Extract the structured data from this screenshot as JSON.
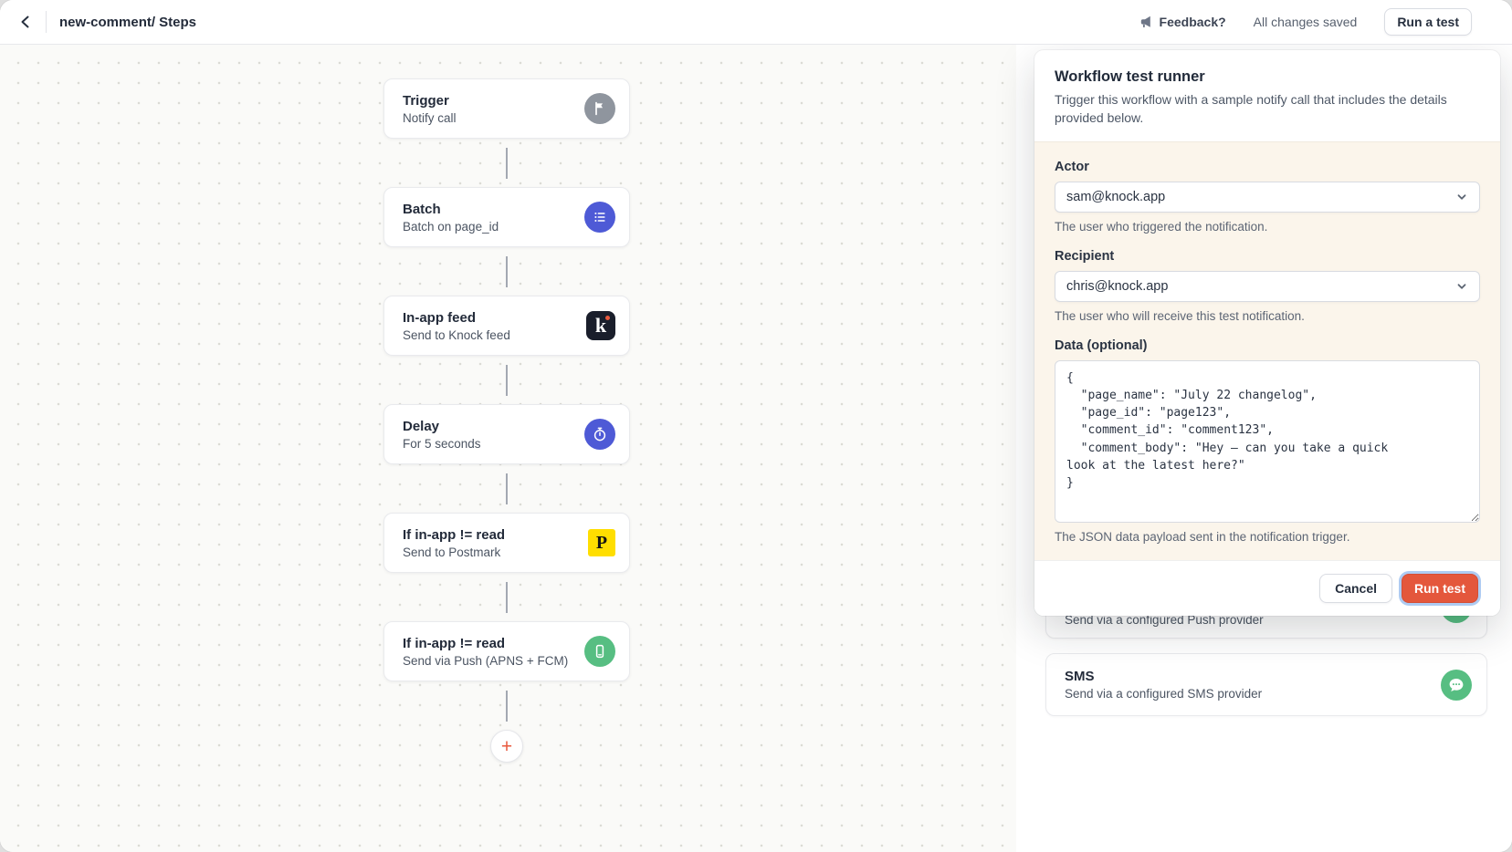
{
  "topbar": {
    "title": "new-comment/ Steps",
    "feedback_label": "Feedback?",
    "save_status": "All changes saved",
    "run_a_test_label": "Run a test",
    "icons": [
      "back-chevron-icon",
      "megaphone-icon"
    ]
  },
  "canvas": {
    "steps": [
      {
        "title": "Trigger",
        "subtitle": "Notify call",
        "icon": "flag-icon",
        "icon_bg": "#8F959E"
      },
      {
        "title": "Batch",
        "subtitle": "Batch on page_id",
        "icon": "list-icon",
        "icon_bg": "#4E5AD6"
      },
      {
        "title": "In-app feed",
        "subtitle": "Send to Knock feed",
        "icon": "knock-logo-icon",
        "icon_bg": "#1A1E2B",
        "logo_letter": "k"
      },
      {
        "title": "Delay",
        "subtitle": "For 5 seconds",
        "icon": "stopwatch-icon",
        "icon_bg": "#4E5AD6"
      },
      {
        "title": "If in-app != read",
        "subtitle": "Send to Postmark",
        "icon": "postmark-icon",
        "icon_bg": "#FFDE00",
        "logo_letter": "P"
      },
      {
        "title": "If in-app != read",
        "subtitle": "Send via Push (APNS + FCM)",
        "icon": "phone-icon",
        "icon_bg": "#57BE82"
      }
    ],
    "add_step_label": "+"
  },
  "panel": {
    "push_card": {
      "subtitle": "Send via a configured Push provider",
      "icon": "phone-icon",
      "icon_bg": "#57BE82"
    },
    "sms_card": {
      "title": "SMS",
      "subtitle": "Send via a configured SMS provider",
      "icon": "chat-bubble-icon",
      "icon_bg": "#57BE82"
    }
  },
  "modal": {
    "title": "Workflow test runner",
    "description": "Trigger this workflow with a sample notify call that includes the details provided below.",
    "actor": {
      "label": "Actor",
      "value": "sam@knock.app",
      "helper": "The user who triggered the notification."
    },
    "recipient": {
      "label": "Recipient",
      "value": "chris@knock.app",
      "helper": "The user who will receive this test notification."
    },
    "data": {
      "label": "Data (optional)",
      "value": "{\n  \"page_name\": \"July 22 changelog\",\n  \"page_id\": \"page123\",\n  \"comment_id\": \"comment123\",\n  \"comment_body\": \"Hey — can you take a quick\nlook at the latest here?\"\n}",
      "helper": "The JSON data payload sent in the notification trigger."
    },
    "cancel_label": "Cancel",
    "run_test_label": "Run test"
  },
  "colors": {
    "accent_orange": "#E4573C",
    "focus_ring_blue": "#AECBF2",
    "indigo_icon": "#4E5AD6",
    "green_icon": "#57BE82",
    "postmark_yellow": "#FFDE00",
    "gray_icon": "#8F959E",
    "knock_dark": "#1A1E2B",
    "cream_form_bg": "#FBF5EB",
    "canvas_bg": "#FAFAF8",
    "text_dark": "#232B3A",
    "text_gray": "#5C6574"
  }
}
